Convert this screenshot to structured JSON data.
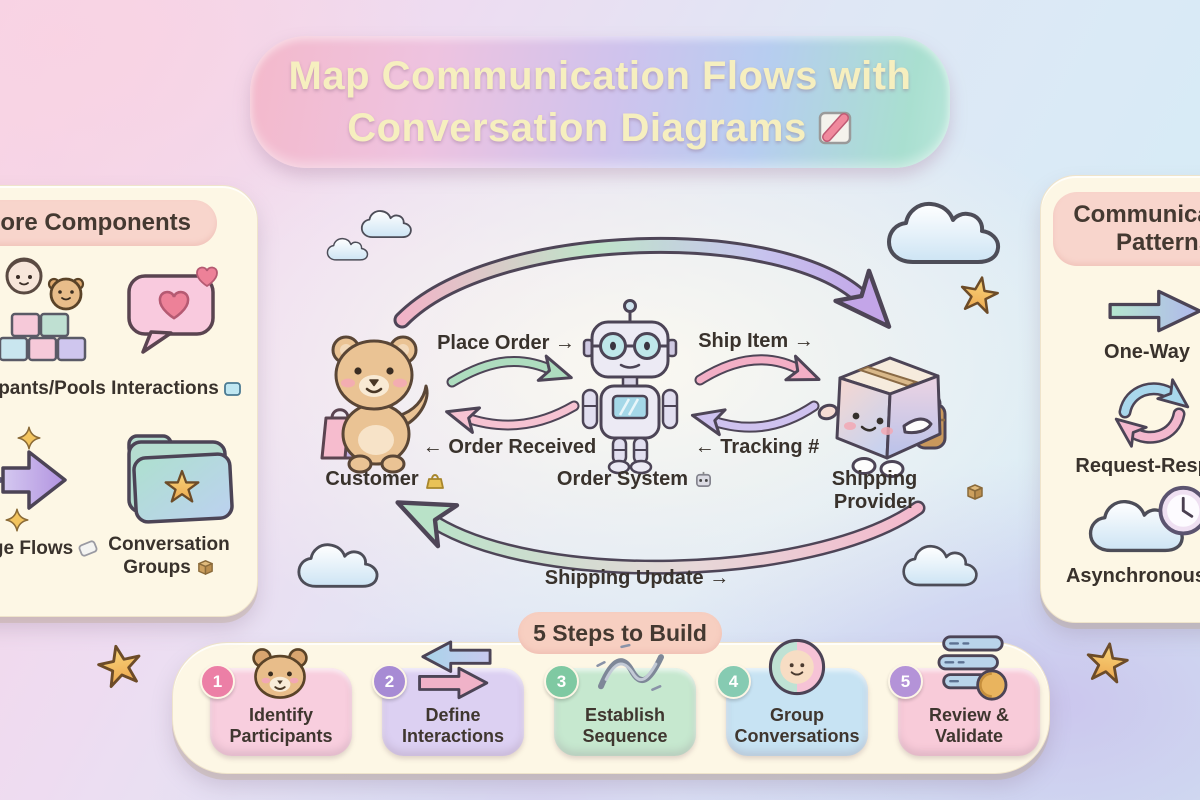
{
  "title": {
    "line1": "Map Communication Flows with",
    "line2": "Conversation Diagrams",
    "icon": "memo-pencil-icon"
  },
  "left_panel": {
    "header": "Core Components",
    "items": [
      {
        "label": "Participants/Pools",
        "icon": "participants-blocks-icon"
      },
      {
        "label": "Interactions",
        "icon": "heart-speech-bubble-icon",
        "suffix_icon": "blue-chat-square-icon"
      },
      {
        "label": "Message Flows",
        "icon": "dashed-message-arrow-icon",
        "suffix_icon": "envelope-icon"
      },
      {
        "label": "Conversation Groups",
        "icon": "star-folder-icon",
        "suffix_icon": "package-icon"
      }
    ]
  },
  "right_panel": {
    "header": "Communication Patterns",
    "items": [
      {
        "label": "One-Way",
        "icon": "one-way-arrow-icon"
      },
      {
        "label": "Request-Response",
        "icon": "request-response-cycle-icon"
      },
      {
        "label": "Asynchronous",
        "icon": "cloud-clock-icon"
      }
    ]
  },
  "diagram": {
    "actors": [
      {
        "name": "Customer",
        "suffix_icon": "handbag-icon",
        "character": "bear-with-shopping-bags"
      },
      {
        "name": "Order System",
        "suffix_icon": "robot-face-icon",
        "character": "robot"
      },
      {
        "name": "Shipping Provider",
        "suffix_icon": "package-icon",
        "character": "walking-parcel-box"
      }
    ],
    "messages": [
      {
        "label": "Place Order →",
        "from": "Customer",
        "to": "Order System",
        "color": "#aeddbf"
      },
      {
        "label": "← Order Received",
        "from": "Order System",
        "to": "Customer",
        "color": "#f6c3d2"
      },
      {
        "label": "Ship Item →",
        "from": "Order System",
        "to": "Shipping Provider",
        "color": "#f3afc6"
      },
      {
        "label": "← Tracking #",
        "from": "Shipping Provider",
        "to": "Order System",
        "color": "#cfc2ef"
      },
      {
        "label": "Shipping Update →",
        "from": "Shipping Provider",
        "to": "Customer",
        "color": "#b9e2c8"
      }
    ]
  },
  "steps_panel": {
    "header": "5 Steps to Build",
    "steps": [
      {
        "number": "1",
        "label": "Identify Participants",
        "icon": "bear-face-icon",
        "card_color": "#f8cede",
        "badge_color": "#ec7fa6"
      },
      {
        "number": "2",
        "label": "Define Interactions",
        "icon": "two-way-arrows-icon",
        "card_color": "#dcd0f2",
        "badge_color": "#a78bd4"
      },
      {
        "number": "3",
        "label": "Establish Sequence",
        "icon": "sequence-squiggle-icon",
        "card_color": "#c6e8cf",
        "badge_color": "#7fc9a2"
      },
      {
        "number": "4",
        "label": "Group Conversations",
        "icon": "group-circle-face-icon",
        "card_color": "#c7e3f3",
        "badge_color": "#86cbb2"
      },
      {
        "number": "5",
        "label": "Review & Validate",
        "icon": "checklist-coin-icon",
        "card_color": "#f8cbd9",
        "badge_color": "#b493d8"
      }
    ]
  },
  "colors": {
    "background_pink": "#f7d4e5",
    "background_blue": "#d8ebf6",
    "background_lavender": "#c9c0ec",
    "panel_cream": "#fdf7e5",
    "header_pill_pink": "#f8d5cc",
    "title_text_cream": "#f6efbf",
    "text_dark": "#39322c",
    "arrow_outline": "#4e4557"
  }
}
